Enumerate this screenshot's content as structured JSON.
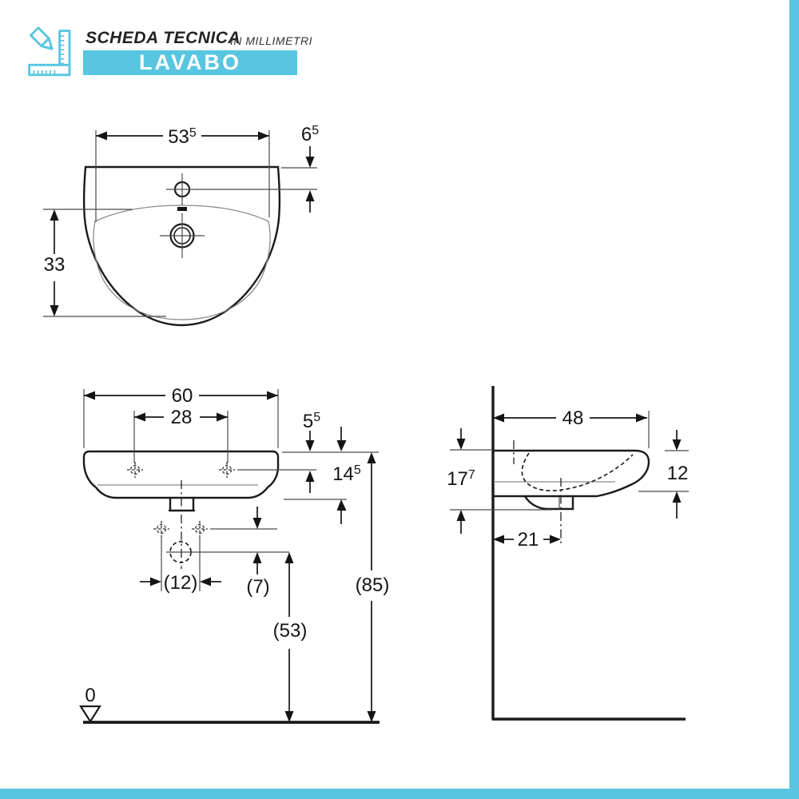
{
  "header": {
    "title": "SCHEDA TECNICA",
    "subtitle": "IN MILLIMETRI",
    "badge": "LAVABO"
  },
  "colors": {
    "accent": "#58c6e1",
    "line": "#1a1a1a"
  },
  "views": {
    "top_view": {
      "dim_width": {
        "main": "53",
        "sup": "5"
      },
      "dim_tap_hole_offset": {
        "main": "6",
        "sup": "5"
      },
      "dim_bowl_depth": {
        "main": "33",
        "sup": ""
      }
    },
    "front_view": {
      "dim_width": {
        "main": "60",
        "sup": ""
      },
      "dim_fixing_hole_spacing": {
        "main": "28",
        "sup": ""
      },
      "dim_rim_to_fixing_holes": {
        "main": "5",
        "sup": "5"
      },
      "dim_rim_to_apron": {
        "main": "14",
        "sup": "5"
      },
      "dim_anchor_spacing": {
        "main": "(12)",
        "sup": ""
      },
      "dim_trap_drop": {
        "main": "(7)",
        "sup": ""
      },
      "dim_trap_height": {
        "main": "(53)",
        "sup": ""
      },
      "dim_rim_height": {
        "main": "(85)",
        "sup": ""
      },
      "datum_zero": {
        "main": "0",
        "sup": ""
      }
    },
    "side_view": {
      "dim_depth": {
        "main": "48",
        "sup": ""
      },
      "dim_overall_height": {
        "main": "17",
        "sup": "7"
      },
      "dim_front_edge_height": {
        "main": "12",
        "sup": ""
      },
      "dim_trap_to_wall": {
        "main": "21",
        "sup": ""
      }
    }
  }
}
